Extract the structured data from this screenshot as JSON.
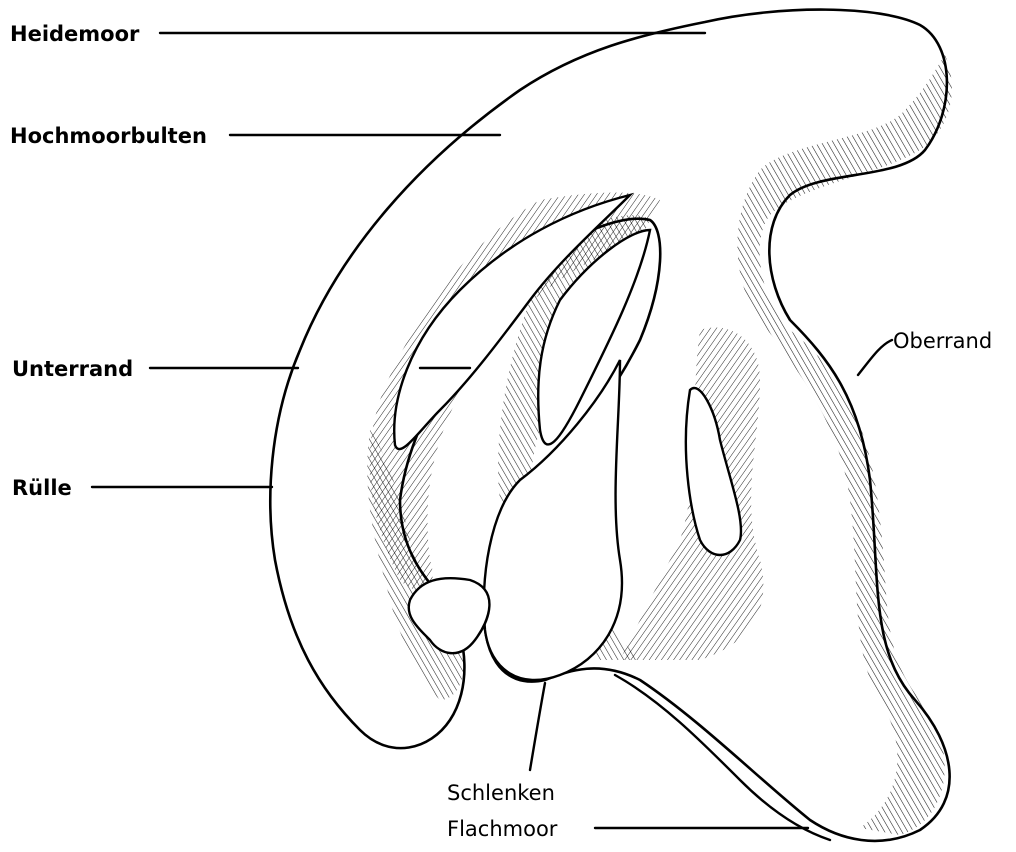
{
  "labels": {
    "heidemoor": "Heidemoor",
    "hochmoorbulten": "Hochmoorbulten",
    "unterrand": "Unterrand",
    "rulle": "Rülle",
    "oberrand": "Oberrand",
    "schlenken": "Schlenken",
    "flachmoor": "Flachmoor"
  }
}
